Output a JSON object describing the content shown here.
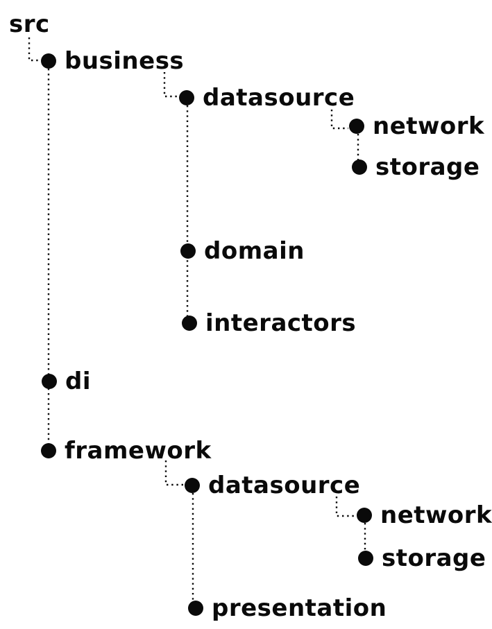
{
  "diagram": {
    "type": "tree",
    "description": "Hand-drawn project folder structure tree",
    "colors": {
      "ink": "#0a0a0a",
      "background": "#ffffff"
    },
    "bullet_icon": "filled-circle",
    "line_style": "dotted",
    "nodes": [
      {
        "id": "src",
        "label": "src",
        "parent": null,
        "depth": 0
      },
      {
        "id": "business",
        "label": "business",
        "parent": "src",
        "depth": 1
      },
      {
        "id": "business-datasource",
        "label": "datasource",
        "parent": "business",
        "depth": 2
      },
      {
        "id": "business-datasource-network",
        "label": "network",
        "parent": "business-datasource",
        "depth": 3
      },
      {
        "id": "business-datasource-storage",
        "label": "storage",
        "parent": "business-datasource",
        "depth": 3
      },
      {
        "id": "business-domain",
        "label": "domain",
        "parent": "business",
        "depth": 2
      },
      {
        "id": "business-interactors",
        "label": "interactors",
        "parent": "business",
        "depth": 2
      },
      {
        "id": "di",
        "label": "di",
        "parent": "src",
        "depth": 1
      },
      {
        "id": "framework",
        "label": "framework",
        "parent": "src",
        "depth": 1
      },
      {
        "id": "framework-datasource",
        "label": "datasource",
        "parent": "framework",
        "depth": 2
      },
      {
        "id": "framework-datasource-network",
        "label": "network",
        "parent": "framework-datasource",
        "depth": 3
      },
      {
        "id": "framework-datasource-storage",
        "label": "storage",
        "parent": "framework-datasource",
        "depth": 3
      },
      {
        "id": "framework-presentation",
        "label": "presentation",
        "parent": "framework",
        "depth": 2
      }
    ]
  }
}
